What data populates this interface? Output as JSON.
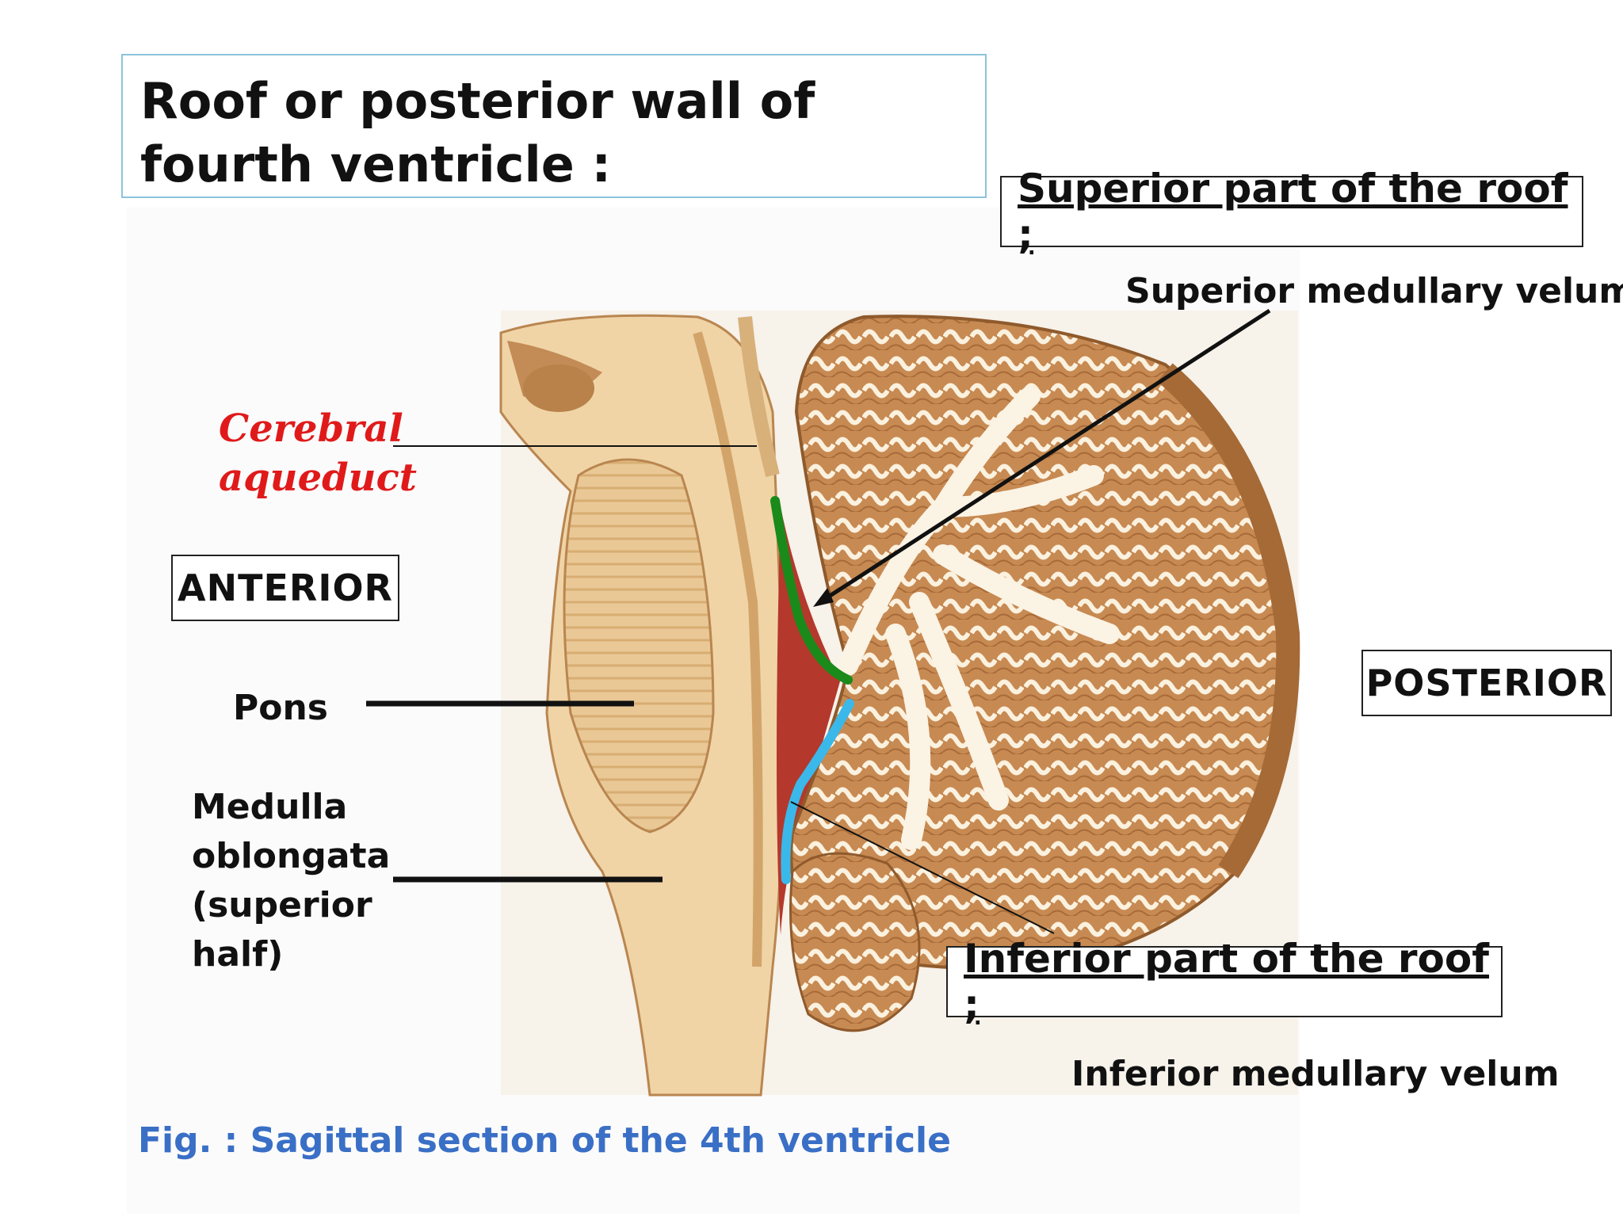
{
  "title": "Roof or posterior wall of fourth ventricle :",
  "superior_heading": "Superior part of the roof ;",
  "superior_label": "Superior medullary velum",
  "inferior_heading": "Inferior part of the roof ;",
  "inferior_label": "Inferior medullary velum",
  "cerebral_aqueduct": "Cerebral aqueduct",
  "anterior": "ANTERIOR",
  "posterior": "POSTERIOR",
  "pons": "Pons",
  "medulla": "Medulla oblongata (superior half)",
  "caption": "Fig. : Sagittal section of the 4th ventricle",
  "colors": {
    "superior_roof_line": "#1a8a1a",
    "inferior_roof_line": "#3ab8ea",
    "aqueduct_label": "#e01a1a",
    "caption": "#3a6fc6",
    "title_border": "#8cc4dc"
  }
}
